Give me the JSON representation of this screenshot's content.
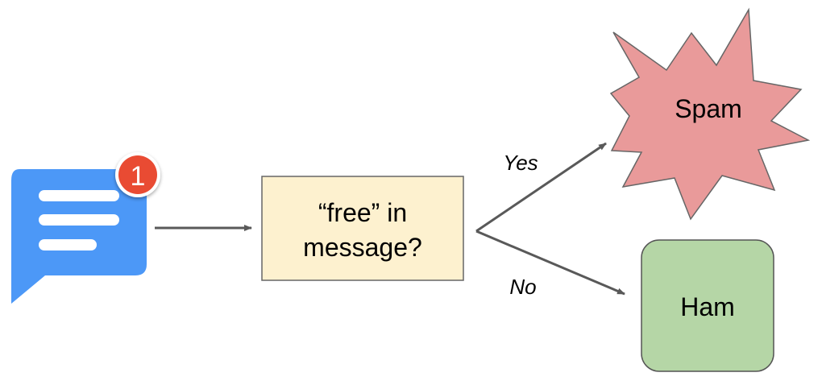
{
  "message_icon": {
    "icon": "chat-message-icon",
    "color": "#4c98f7",
    "badge": {
      "count": "1",
      "color": "#e94b33"
    }
  },
  "decision": {
    "label_line1": "“free” in",
    "label_line2": "message?",
    "fill": "#fdf1cf"
  },
  "branches": {
    "yes_label": "Yes",
    "no_label": "No"
  },
  "outcomes": {
    "spam": {
      "label": "Spam",
      "fill": "#e99a9a",
      "shape": "starburst"
    },
    "ham": {
      "label": "Ham",
      "fill": "#b5d6a6",
      "shape": "rounded-rectangle"
    }
  },
  "colors": {
    "arrow": "#595959",
    "outline": "#555555"
  }
}
